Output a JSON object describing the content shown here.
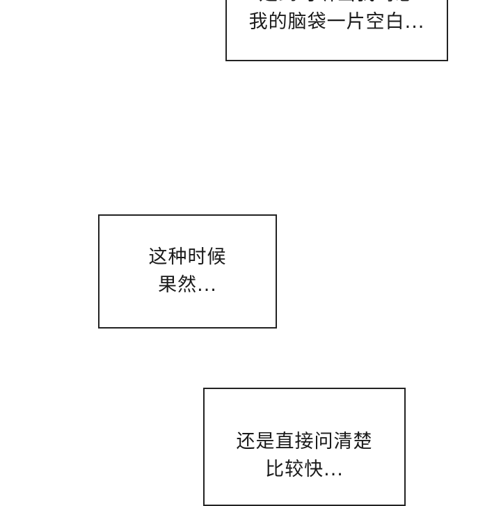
{
  "panels": [
    {
      "id": "box-1",
      "lines": [
        "是到时听出我吗想",
        "我的脑袋一片空白..."
      ]
    },
    {
      "id": "box-2",
      "lines": [
        "这种时候",
        "果然..."
      ]
    },
    {
      "id": "box-3",
      "lines": [
        "还是直接问清楚",
        "比较快..."
      ]
    }
  ]
}
